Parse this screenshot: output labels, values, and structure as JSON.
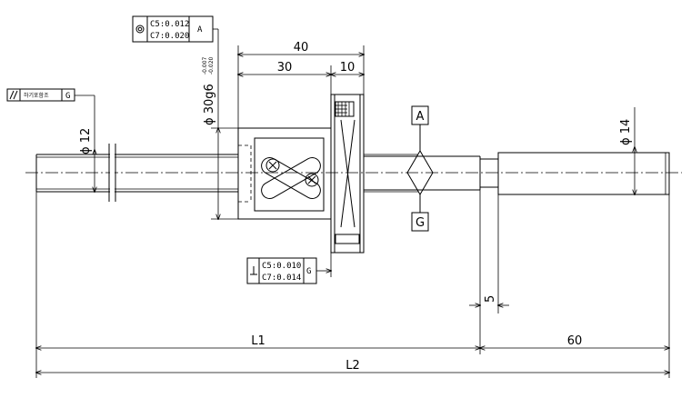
{
  "dimensions": {
    "d40": "40",
    "d30": "30",
    "d10": "10",
    "d5": "5",
    "L1": "L1",
    "d60": "60",
    "L2": "L2",
    "phi12": "ϕ 12",
    "phi14": "ϕ 14",
    "phi30": "ϕ 30g6",
    "phi30_tol_upper": "-0.007",
    "phi30_tol_lower": "-0.020"
  },
  "datums": {
    "A": "A",
    "G": "G"
  },
  "gdt": {
    "concentricity": {
      "line1": "C5:0.012",
      "line2": "C7:0.020",
      "datum": "A"
    },
    "perpendicularity": {
      "line1": "C5:0.010",
      "line2": "C7:0.014",
      "datum": "G"
    },
    "parallelism": {
      "label": "하기포함조",
      "datum": "G"
    }
  }
}
